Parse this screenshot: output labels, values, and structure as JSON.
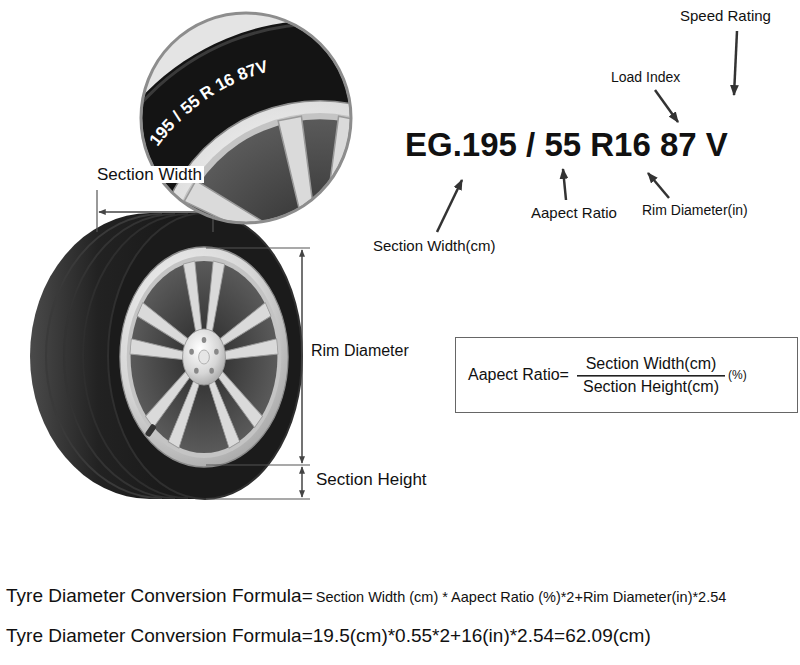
{
  "diagram": {
    "nodes": [
      {
        "text": [
          "Aapect Ratio=",
          "Section Width(cm)",
          "Section Height(cm)",
          "(%)"
        ]
      }
    ],
    "labels": [
      "195 / 55 R 16 87V",
      "Speed Rating",
      "Load Index",
      "EG.195 / 55 R16 87 V",
      "Section Width(cm)",
      "Aapect Ratio",
      "Rim Diameter(in)",
      "Section Width",
      "Rim Diameter",
      "Section Height",
      "Tyre Diameter Conversion Formula=",
      "Section Width (cm) * Aapect Ratio (%)*2+Rim Diameter(in)*2.54",
      "Tyre Diameter Conversion Formula=19.5(cm)*0.55*2+16(in)*2.54=62.09(cm)"
    ]
  }
}
